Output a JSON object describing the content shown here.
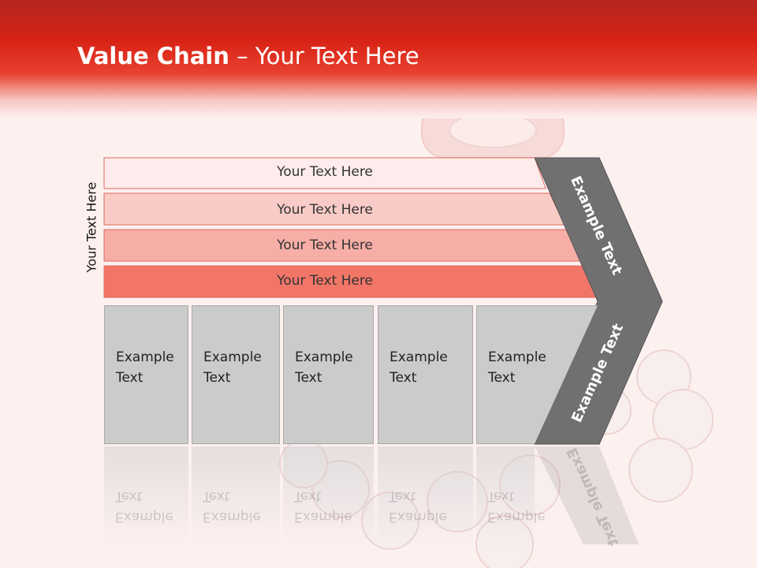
{
  "title": {
    "bold": "Value Chain",
    "rest": " – Your Text Here"
  },
  "side_label": "Your Text Here",
  "rows": [
    {
      "label": "Your Text Here",
      "color": "#fdeceb"
    },
    {
      "label": "Your Text Here",
      "color": "#f9cbc6"
    },
    {
      "label": "Your Text Here",
      "color": "#f6aea6"
    },
    {
      "label": "Your Text Here",
      "color": "#f27668"
    }
  ],
  "cards": [
    {
      "line1": "Example",
      "line2": "Text"
    },
    {
      "line1": "Example",
      "line2": "Text"
    },
    {
      "line1": "Example",
      "line2": "Text"
    },
    {
      "line1": "Example",
      "line2": "Text"
    },
    {
      "line1": "Example",
      "line2": "Text"
    }
  ],
  "chevron": {
    "upper_label": "Example Text",
    "lower_label": "Example Text",
    "color": "#707070"
  },
  "colors": {
    "header": "#d82416",
    "background": "#fdf1f0",
    "card": "#cbcbcb"
  }
}
